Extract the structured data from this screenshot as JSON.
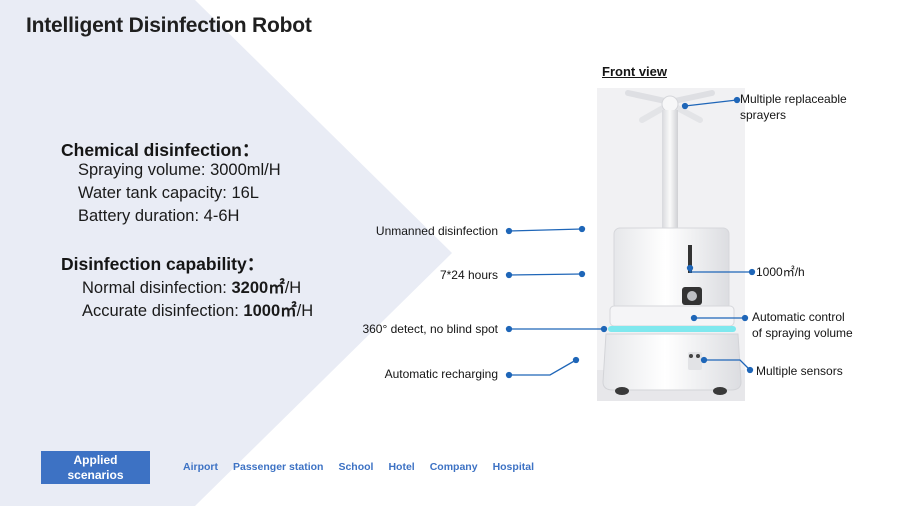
{
  "title": "Intelligent Disinfection Robot",
  "chemical": {
    "heading": "Chemical disinfection：",
    "items": [
      "Spraying volume: 3000ml/H",
      "Water tank capacity: 16L",
      "Battery duration: 4-6H"
    ]
  },
  "capability": {
    "heading": "Disinfection capability：",
    "normal_prefix": "Normal disinfection: ",
    "normal_value": "3200㎡",
    "normal_unit": "/H",
    "accurate_prefix": "Accurate disinfection: ",
    "accurate_value": "1000㎡",
    "accurate_unit": "/H"
  },
  "front_view_label": "Front view",
  "callouts_left": [
    "Unmanned disinfection",
    "7*24 hours",
    "360° detect, no blind spot",
    "Automatic recharging"
  ],
  "callouts_right": {
    "sprayers_line1": "Multiple replaceable",
    "sprayers_line2": "sprayers",
    "area": "1000㎡/h",
    "control_line1": "Automatic control",
    "control_line2": "of spraying volume",
    "sensors": "Multiple sensors"
  },
  "applied_button_line1": "Applied",
  "applied_button_line2": "scenarios",
  "scenarios": [
    "Airport",
    "Passenger station",
    "School",
    "Hotel",
    "Company",
    "Hospital"
  ],
  "colors": {
    "chevron": "#e9ecf5",
    "accent_blue": "#3d72c4",
    "callout_dot": "#1f66b8",
    "led_cyan": "#7fe8ee"
  }
}
